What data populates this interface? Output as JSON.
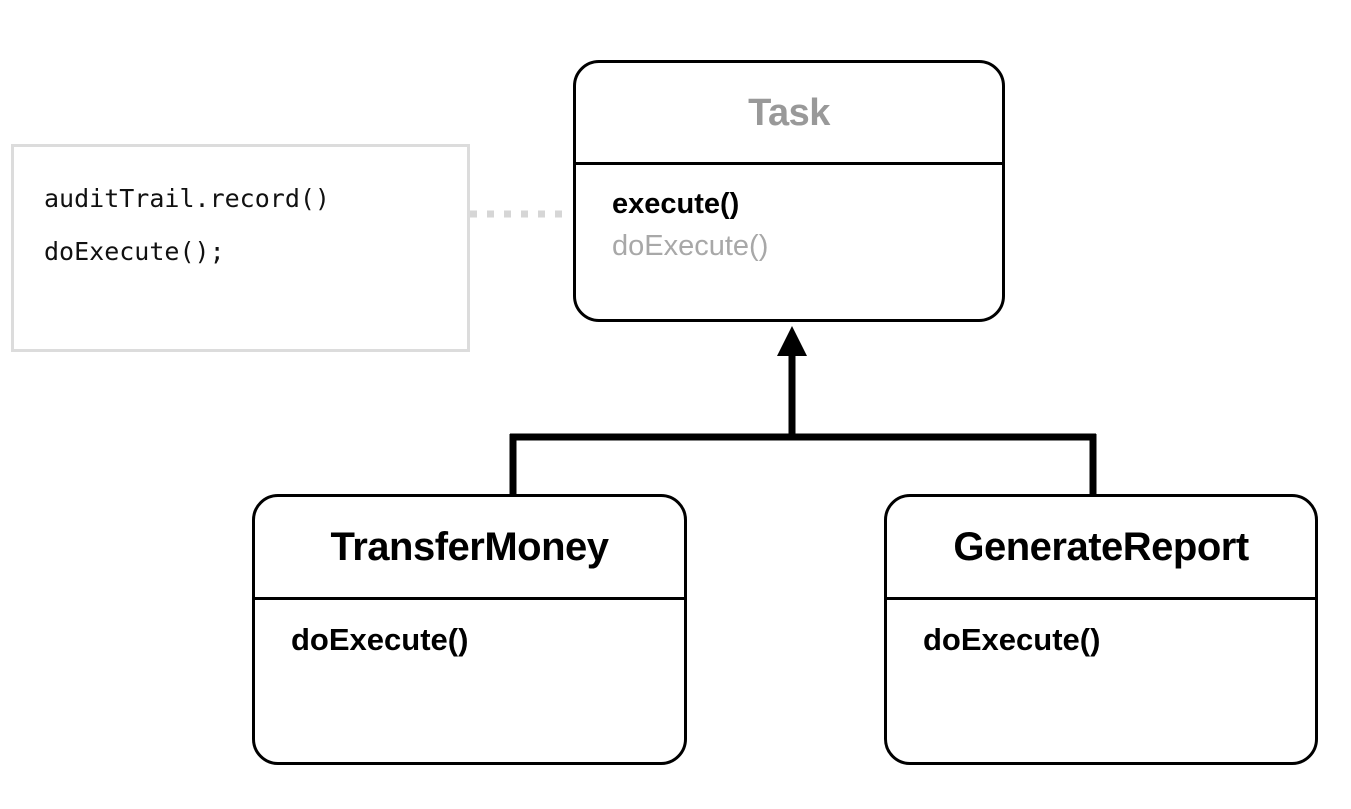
{
  "diagram": {
    "type": "uml-class-diagram",
    "background_color": "#ffffff",
    "stroke_color": "#000000",
    "muted_color": "#a8a8a8",
    "note_border_color": "#dcdcdc",
    "dotted_link_color": "#d6d6d6"
  },
  "classes": {
    "parent": {
      "name": "Task",
      "title_color": "#999999",
      "members": [
        {
          "label": "execute()",
          "style": "bold"
        },
        {
          "label": "doExecute()",
          "style": "muted"
        }
      ]
    },
    "children": [
      {
        "name": "TransferMoney",
        "title_color": "#000000",
        "members": [
          {
            "label": "doExecute()",
            "style": "bold"
          }
        ]
      },
      {
        "name": "GenerateReport",
        "title_color": "#000000",
        "members": [
          {
            "label": "doExecute()",
            "style": "bold"
          }
        ]
      }
    ]
  },
  "note": {
    "lines": [
      "auditTrail.record()",
      "doExecute();"
    ]
  },
  "relations": {
    "generalization_label": "",
    "note_link_label": ""
  }
}
